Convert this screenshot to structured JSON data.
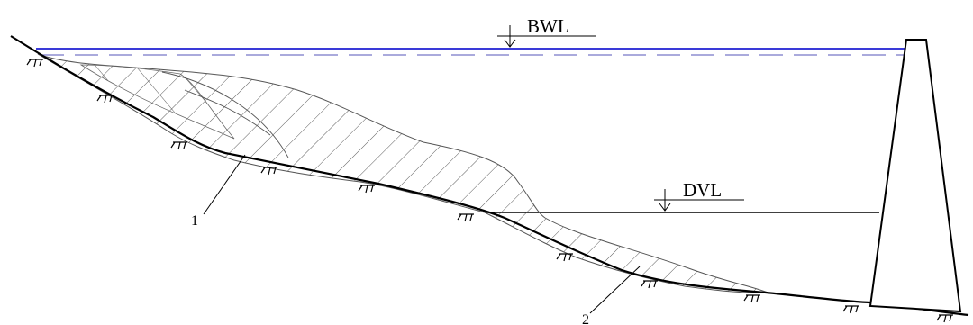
{
  "diagram": {
    "labels": {
      "backwater_level": "BWL",
      "drawdown_level": "DVL",
      "callout_1": "1",
      "callout_2": "2"
    },
    "colors": {
      "water_line": "#3a3ad8",
      "ink": "#000000",
      "hatch": "#333333",
      "dash": "#7777c8"
    }
  }
}
